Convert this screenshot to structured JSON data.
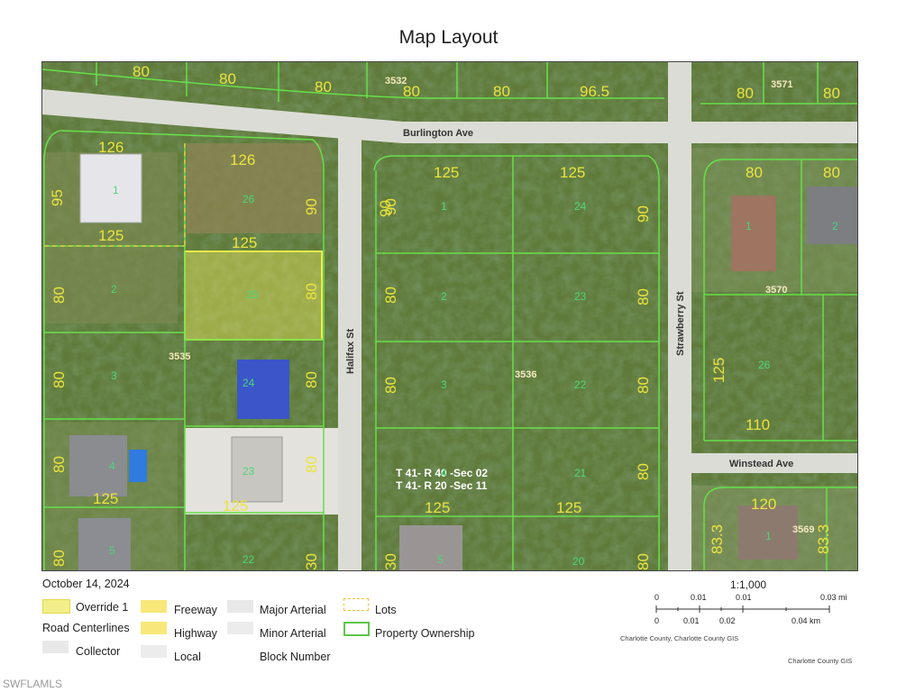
{
  "title": "Map Layout",
  "date": "October 14, 2024",
  "map": {
    "streets": {
      "burlington": "Burlington Ave",
      "halifax": "Halifax St",
      "strawberry": "Strawberry St",
      "winstead": "Winstead Ave"
    },
    "blocks": [
      "3532",
      "3571",
      "3570",
      "3535",
      "3536",
      "3569"
    ],
    "lots": [
      "1",
      "26",
      "2",
      "25",
      "3",
      "24",
      "4",
      "23",
      "22",
      "5",
      "1",
      "2",
      "3",
      "4",
      "24",
      "23",
      "22",
      "21",
      "20",
      "5",
      "1",
      "2",
      "26",
      "1"
    ],
    "dims": [
      "80",
      "80",
      "80",
      "80",
      "80",
      "96.5",
      "80",
      "80",
      "126",
      "126",
      "125",
      "125",
      "90",
      "90",
      "80",
      "80",
      "80",
      "80",
      "80",
      "80",
      "80",
      "80",
      "125",
      "125",
      "125",
      "125",
      "90",
      "90",
      "80",
      "80",
      "80",
      "80",
      "80",
      "95",
      "125",
      "110",
      "120",
      "83.3",
      "83.3",
      "80",
      "80",
      "80",
      "80",
      "80",
      "125",
      "125",
      "80",
      "80",
      "30",
      "80",
      "30",
      "0",
      "125",
      "125",
      "80"
    ],
    "section_lines": [
      "T 41- R 40 -Sec 02",
      "T 41- R 20 -Sec 11"
    ]
  },
  "legend": {
    "override": "Override 1",
    "road_centerlines": "Road Centerlines",
    "collector": "Collector",
    "freeway": "Freeway",
    "highway": "Highway",
    "local": "Local",
    "major_arterial": "Major Arterial",
    "minor_arterial": "Minor Arterial",
    "block_number": "Block Number",
    "lots": "Lots",
    "property_ownership": "Property Ownership"
  },
  "scale": {
    "ratio": "1:1,000",
    "top_labels": [
      "0",
      "0.01",
      "0.01",
      "0.03 mi"
    ],
    "bottom_labels": [
      "0",
      "0.01",
      "0.02",
      "0.04 km"
    ]
  },
  "credits": {
    "left": "Charlotte County, Charlotte County GIS",
    "right": "Charlotte County GIS"
  },
  "watermark": "SWFLAMLS",
  "colors": {
    "vegetation": "#5a7336",
    "road": "#dcdcd6",
    "parcel_line": "#66e04a",
    "dim_text": "#ece43c",
    "lot_text": "#4cd67a",
    "highlight": "#f2ee5e"
  }
}
